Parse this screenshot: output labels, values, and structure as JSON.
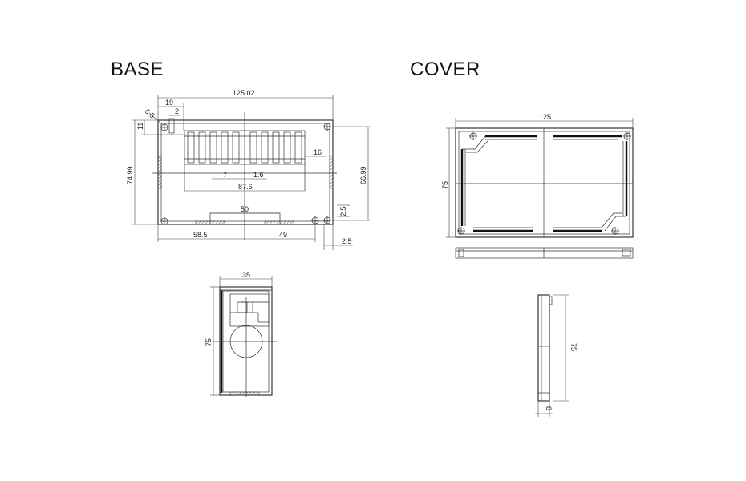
{
  "titles": {
    "base": "BASE",
    "cover": "COVER"
  },
  "base_front": {
    "dims": {
      "overall_width": "125.02",
      "hole_offset": "19",
      "slot": "2",
      "hole_dia": "6.5",
      "top_margin": "11",
      "overall_height": "74.99",
      "inner_height": "66.99",
      "rib": "16",
      "terminal_pitch": "7",
      "terminal_gap": "1.6",
      "terminal_span": "87.6",
      "inner_slot": "50",
      "left_offset": "58.5",
      "right_offset": "49",
      "edge_top": "2.5",
      "edge_bottom": "2.5"
    }
  },
  "base_side": {
    "dims": {
      "width": "35",
      "height": "75"
    }
  },
  "cover_front": {
    "dims": {
      "width": "125",
      "height": "75"
    }
  },
  "cover_side": {
    "dims": {
      "height": "75",
      "thickness": "8"
    }
  }
}
